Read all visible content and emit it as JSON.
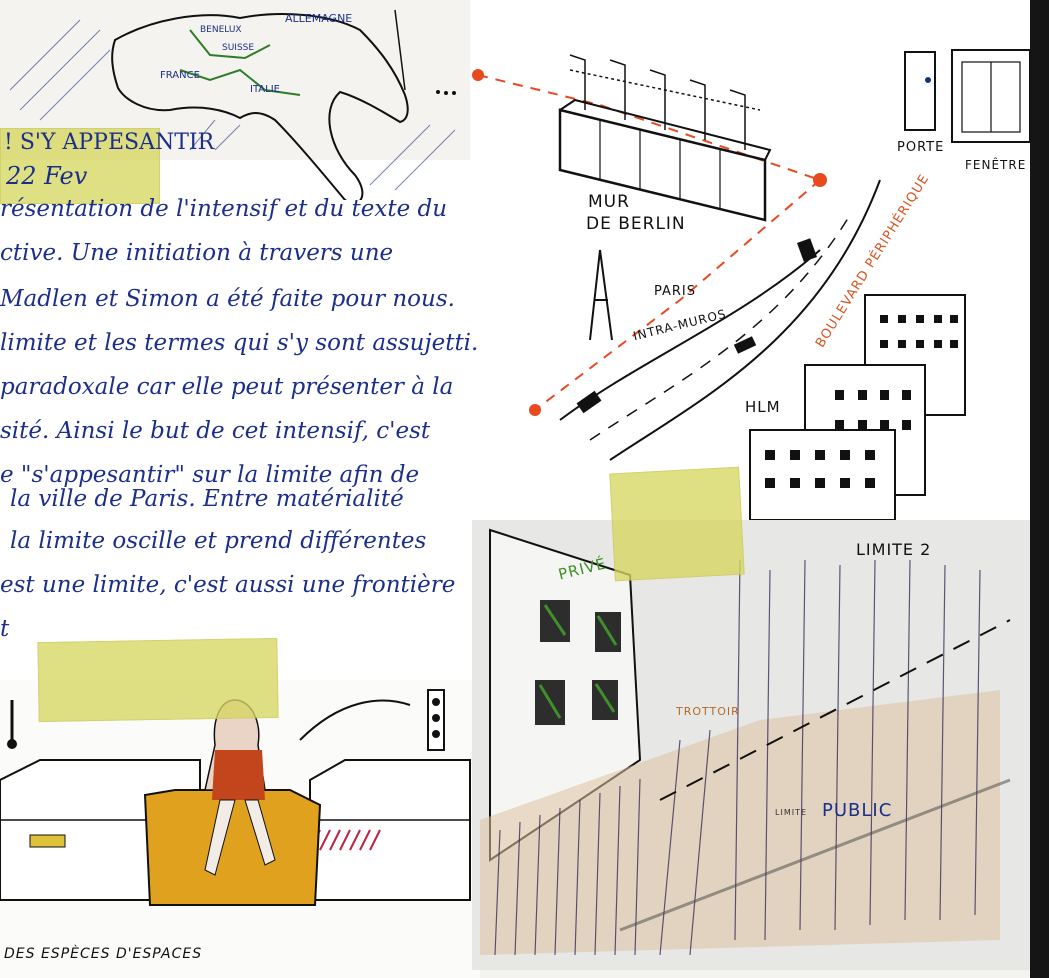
{
  "map": {
    "labels": [
      "ALLEMAGNE",
      "FRANCE",
      "BENELUX",
      "SUISSE",
      "ITALIE"
    ]
  },
  "note": {
    "title": "! S'Y APPESANTIR",
    "date": "22 Fev",
    "lines": [
      "résentation de l'intensif et du texte du",
      "ctive. Une initiation à travers une",
      "Madlen et Simon a été faite pour nous.",
      "limite et les termes qui s'y sont assujetti.",
      "paradoxale car elle peut présenter à la",
      "sité. Ainsi le but de cet intensif, c'est",
      "e \"s'appesantir\" sur la limite afin de",
      "la ville de Paris. Entre matérialité",
      "la limite oscille et prend différentes",
      "est une limite, c'est aussi une frontière",
      "t"
    ]
  },
  "sketch_labels": {
    "porte": "PORTE",
    "fenetre": "FENÊTRE",
    "mur": "MUR",
    "de_berlin": "DE BERLIN",
    "paris": "PARIS",
    "intra_muros": "INTRA-MUROS",
    "boulevard": "BOULEVARD PÉRIPHÉRIQUE",
    "hlm": "HLM",
    "limite2": "LIMITE 2",
    "prive": "PRIVÉ",
    "trottoir": "TROTTOIR",
    "public": "PUBLIC",
    "limite_small": "LIMITE",
    "especes": "DES ESPÈCES D'ESPACES"
  },
  "colors": {
    "ink_blue": "#1b2f8a",
    "tape": "#d6d660",
    "red_dot": "#e8491e",
    "boulevard_orange": "#d9531e",
    "armchair": "#e0a21e",
    "dress": "#c2451b",
    "green_window": "#3f8f2a"
  }
}
